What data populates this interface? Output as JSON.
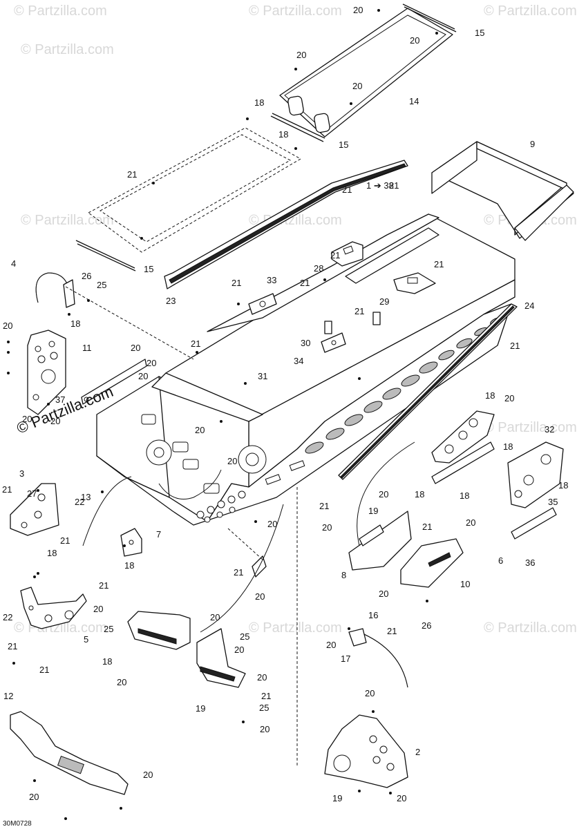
{
  "watermark": {
    "text": "© Partzilla.com",
    "main_text": "© Partzilla.com"
  },
  "figure_code": "30M0728",
  "callouts": [
    "20",
    "20",
    "15",
    "20",
    "14",
    "20",
    "15",
    "18",
    "18",
    "21",
    "9",
    "21",
    "1 ➔ 38",
    "21",
    "28",
    "15",
    "4",
    "26",
    "25",
    "21",
    "33",
    "21",
    "21",
    "23",
    "29",
    "21",
    "18",
    "24",
    "21",
    "30",
    "34",
    "20",
    "20",
    "11",
    "21",
    "20",
    "20",
    "21",
    "37",
    "20",
    "20",
    "31",
    "18",
    "20",
    "32",
    "20",
    "18",
    "18",
    "3",
    "20",
    "27",
    "22",
    "21",
    "35",
    "19",
    "18",
    "18",
    "20",
    "13",
    "21",
    "20",
    "21",
    "20",
    "20",
    "21",
    "7",
    "18",
    "36",
    "6",
    "18",
    "8",
    "21",
    "20",
    "10",
    "20",
    "21",
    "20",
    "26",
    "22",
    "16",
    "5",
    "20",
    "21",
    "21",
    "25",
    "25",
    "20",
    "18",
    "21",
    "17",
    "20",
    "20",
    "20",
    "21",
    "25",
    "19",
    "20",
    "12",
    "20",
    "2",
    "20",
    "20",
    "19",
    "20"
  ]
}
